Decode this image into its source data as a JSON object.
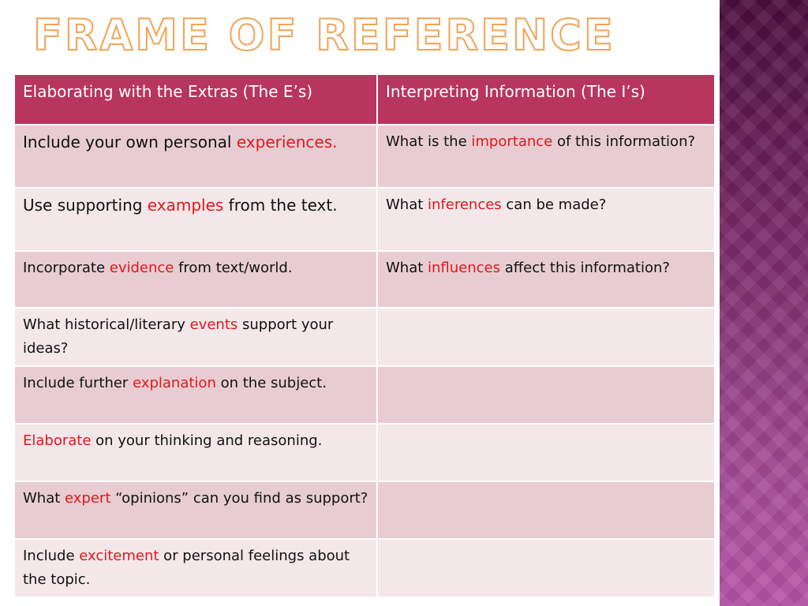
{
  "slide": {
    "title": "FRAME OF REFERENCE",
    "headers": [
      "Elaborating with the Extras (The E’s)",
      "Interpreting Information (The I’s)"
    ],
    "rows": [
      {
        "e": {
          "before": "Include your own personal ",
          "kw": "experiences.",
          "after": ""
        },
        "i": {
          "before": "What is the ",
          "kw": "importance",
          "after": " of this information?"
        }
      },
      {
        "e": {
          "before": "Use supporting ",
          "kw": "examples",
          "after": " from the text."
        },
        "i": {
          "before": "What ",
          "kw": "inferences",
          "after": " can be made?"
        }
      },
      {
        "e": {
          "before": "Incorporate ",
          "kw": "evidence",
          "after": " from text/world."
        },
        "i": {
          "before": "What ",
          "kw": "influences",
          "after": " affect this information?"
        }
      },
      {
        "e": {
          "before": "What historical/literary ",
          "kw": "events",
          "after": " support your ideas?"
        },
        "i": {
          "before": "",
          "kw": "",
          "after": ""
        }
      },
      {
        "e": {
          "before": "Include further ",
          "kw": "explanation",
          "after": " on the subject."
        },
        "i": {
          "before": "",
          "kw": "",
          "after": ""
        }
      },
      {
        "e": {
          "before": "",
          "kw": "Elaborate",
          "after": " on your thinking and reasoning."
        },
        "i": {
          "before": "",
          "kw": "",
          "after": ""
        }
      },
      {
        "e": {
          "before": "What ",
          "kw": "expert",
          "after": " “opinions” can you find as support?"
        },
        "i": {
          "before": "",
          "kw": "",
          "after": ""
        }
      },
      {
        "e": {
          "before": "Include ",
          "kw": "excitement",
          "after": " or personal feelings about the topic."
        },
        "i": {
          "before": "",
          "kw": "",
          "after": ""
        }
      }
    ]
  },
  "colors": {
    "header_bg": "#b8355e",
    "row_dark": "#e7cdd2",
    "row_light": "#f3e7e9",
    "keyword": "#e2171c",
    "title_outline": "#f0a456",
    "side_band": "#7a2a68"
  }
}
